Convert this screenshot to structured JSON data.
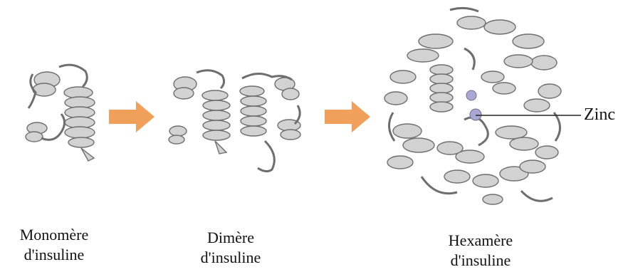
{
  "stages": [
    {
      "id": "monomer",
      "caption_line1": "Monomère",
      "caption_line2": "d'insuline"
    },
    {
      "id": "dimer",
      "caption_line1": "Dimère",
      "caption_line2": "d'insuline"
    },
    {
      "id": "hexamer",
      "caption_line1": "Hexamère",
      "caption_line2": "d'insuline"
    }
  ],
  "zinc_label": "Zinc",
  "colors": {
    "ribbon_fill": "#d2d2d2",
    "ribbon_stroke": "#6e6e6e",
    "arrow": "#f0a05a",
    "zinc_fill": "#a9a8d4",
    "leader_line": "#222222"
  },
  "icons": {
    "transition": "right-arrow-icon",
    "zinc_atom": "zinc-sphere-icon"
  }
}
